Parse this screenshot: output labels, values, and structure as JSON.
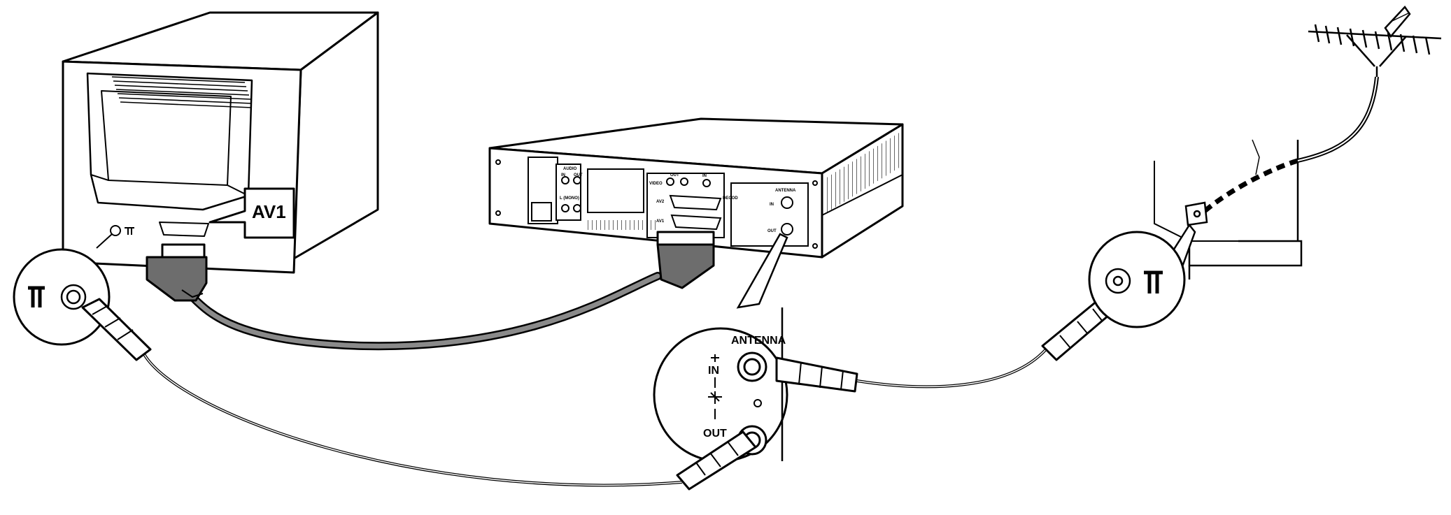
{
  "tv": {
    "av1_label": "AV1"
  },
  "vcr": {
    "panel_labels": {
      "audio": "AUDIO",
      "in": "IN",
      "out": "OUT",
      "mono": "L (MONO)",
      "video": "VIDEO",
      "video_out": "OUT",
      "video_in": "IN",
      "av2": "AV2",
      "av1": "AV1",
      "decoder": "DECOD",
      "antenna": "ANTENNA",
      "ant_in": "IN",
      "ant_out": "OUT"
    }
  },
  "callout_vcr": {
    "antenna_label": "ANTENNA",
    "in_label": "IN",
    "out_label": "OUT"
  },
  "colors": {
    "line": "#000000",
    "scart_cable": "#8a8a8a",
    "scart_plug": "#6d6d6d",
    "background": "#ffffff"
  },
  "icons": [
    "antenna-port-icon",
    "rf-coax-plug-icon",
    "scart-plug-icon",
    "roof-antenna-icon",
    "wall-socket-icon"
  ]
}
